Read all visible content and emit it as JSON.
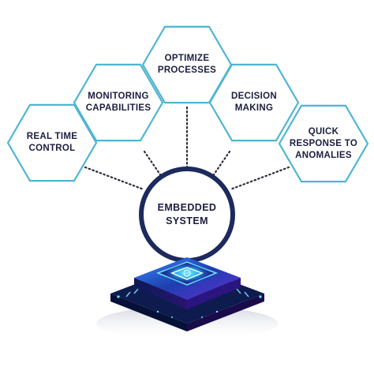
{
  "colors": {
    "hex_stroke": "#4fb5d2",
    "ring": "#1c2a5e",
    "text": "#1b1e3f",
    "connector": "#2b2d3a",
    "chip_glow": "#28c8ff",
    "chip_body": "#1a2a6c"
  },
  "center": {
    "label": "EMBEDDED\nSYSTEM"
  },
  "capabilities": [
    {
      "label": "REAL TIME\nCONTROL"
    },
    {
      "label": "MONITORING\nCAPABILITIES"
    },
    {
      "label": "OPTIMIZE\nPROCESSES"
    },
    {
      "label": "DECISION\nMAKING"
    },
    {
      "label": "QUICK\nRESPONSE TO\nANOMALIES"
    }
  ],
  "icons": {
    "chip": "microchip-icon"
  }
}
